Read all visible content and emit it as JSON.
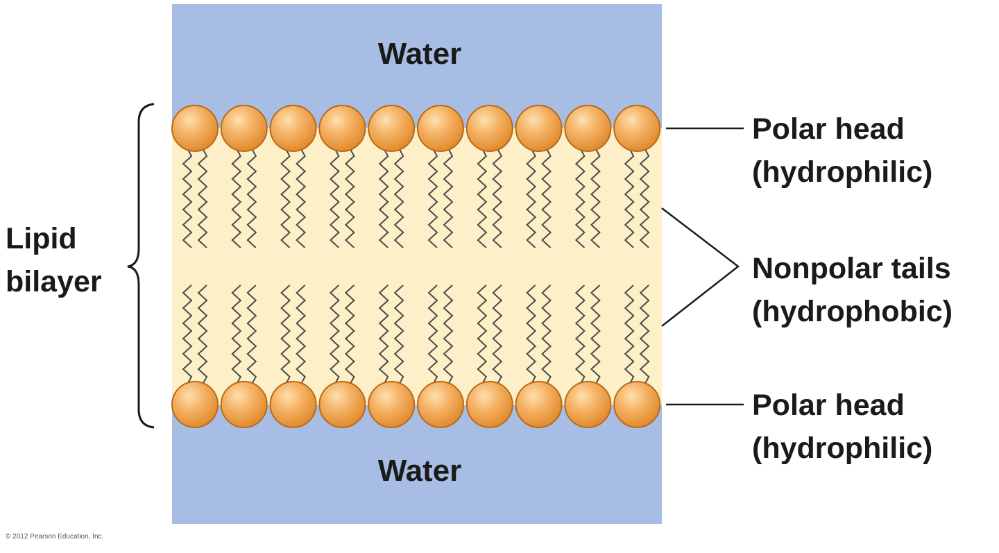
{
  "water_top": "Water",
  "water_bottom": "Water",
  "bilayer_label": [
    "Lipid",
    "bilayer"
  ],
  "polar_head_top": [
    "Polar head",
    "(hydrophilic)"
  ],
  "nonpolar_tails": [
    "Nonpolar tails",
    "(hydrophobic)"
  ],
  "polar_head_bottom": [
    "Polar head",
    "(hydrophilic)"
  ],
  "copyright": "© 2012 Pearson Education, Inc.",
  "colors": {
    "water": "#a8bde3",
    "bilayer_core": "#fdf0c8",
    "head_fill": "#f2a64f",
    "head_stroke": "#b86a1a",
    "tail": "#4a4a4a",
    "text": "#1a1a1a"
  },
  "heads_per_layer": 10
}
